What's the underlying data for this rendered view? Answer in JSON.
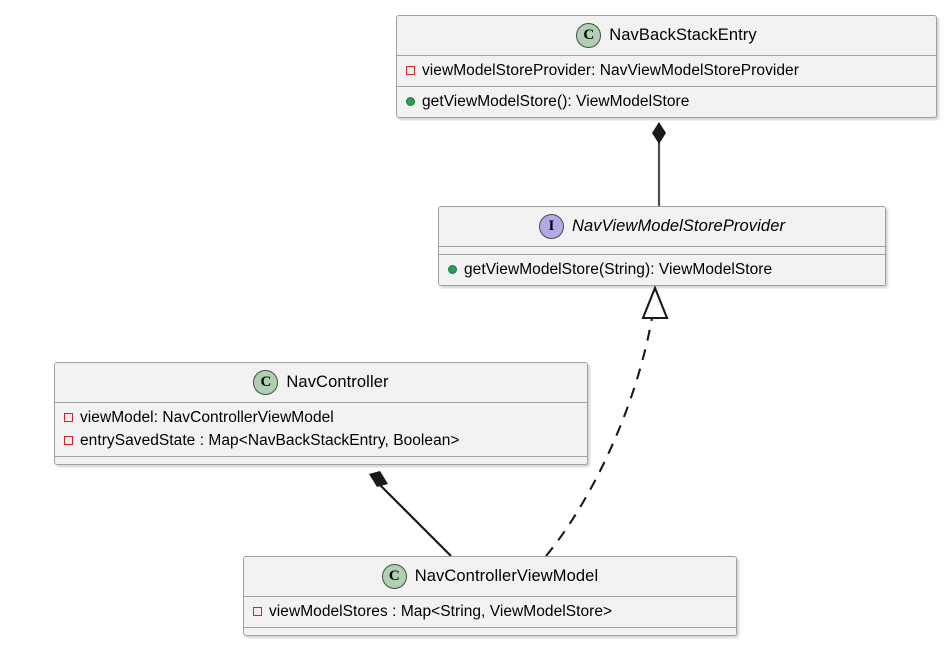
{
  "diagram": {
    "type": "uml-class-diagram",
    "background": "#ffffff",
    "box_fill": "#f2f2f2",
    "box_border": "#a0a0a0",
    "class_badge_color": "#add1b2",
    "interface_badge_color": "#b4a7e5",
    "private_marker_color": "#c82930",
    "public_marker_color": "#2d9b56",
    "classes": [
      {
        "id": "nav-back-stack-entry",
        "name": "NavBackStackEntry",
        "stereotype_glyph": "C",
        "stereotype": "class",
        "attributes": [
          {
            "visibility": "private",
            "text": "viewModelStoreProvider: NavViewModelStoreProvider"
          }
        ],
        "methods": [
          {
            "visibility": "public",
            "text": "getViewModelStore(): ViewModelStore"
          }
        ]
      },
      {
        "id": "nav-view-model-store-provider",
        "name": "NavViewModelStoreProvider",
        "stereotype_glyph": "I",
        "stereotype": "interface",
        "attributes": [],
        "methods": [
          {
            "visibility": "public",
            "text": "getViewModelStore(String): ViewModelStore"
          }
        ]
      },
      {
        "id": "nav-controller",
        "name": "NavController",
        "stereotype_glyph": "C",
        "stereotype": "class",
        "attributes": [
          {
            "visibility": "private",
            "text": "viewModel: NavControllerViewModel"
          },
          {
            "visibility": "private",
            "text": "entrySavedState : Map<NavBackStackEntry, Boolean>"
          }
        ],
        "methods": []
      },
      {
        "id": "nav-controller-view-model",
        "name": "NavControllerViewModel",
        "stereotype_glyph": "C",
        "stereotype": "class",
        "attributes": [
          {
            "visibility": "private",
            "text": "viewModelStores : Map<String, ViewModelStore>"
          }
        ],
        "methods": []
      }
    ],
    "relationships": [
      {
        "id": "composition-entry-provider",
        "kind": "composition",
        "from": "nav-back-stack-entry",
        "to": "nav-view-model-store-provider",
        "line": "solid",
        "source_decoration": "filled-diamond"
      },
      {
        "id": "realization-viewmodel-provider",
        "kind": "realization",
        "from": "nav-controller-view-model",
        "to": "nav-view-model-store-provider",
        "line": "dashed",
        "target_decoration": "hollow-triangle"
      },
      {
        "id": "composition-controller-viewmodel",
        "kind": "composition",
        "from": "nav-controller",
        "to": "nav-controller-view-model",
        "line": "solid",
        "source_decoration": "filled-diamond"
      }
    ]
  }
}
